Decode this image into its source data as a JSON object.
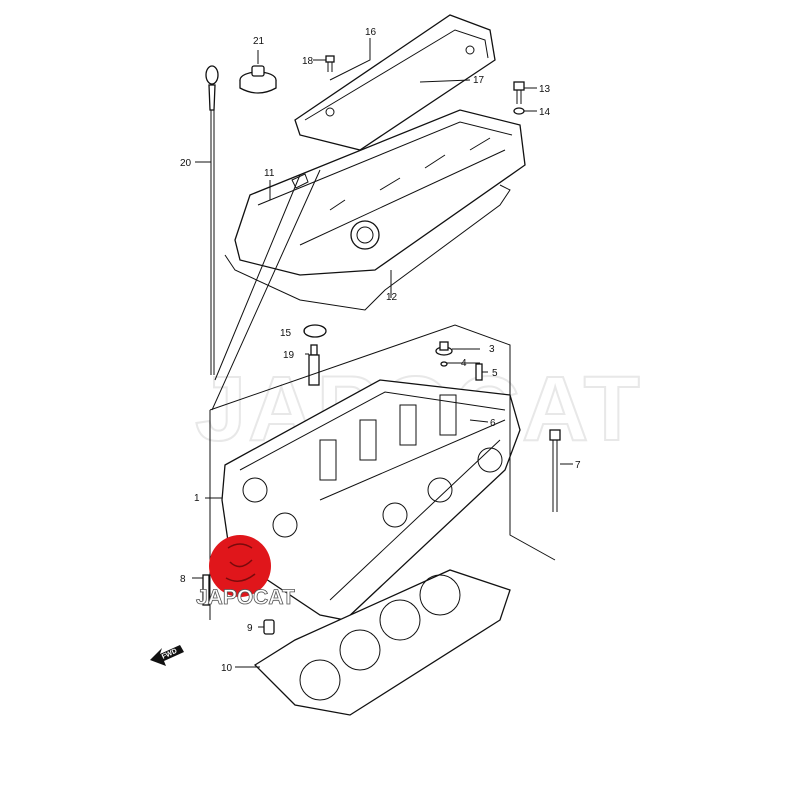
{
  "diagram": {
    "watermark": "JAPOCAT",
    "logo_text": "JAPOCAT",
    "fwd_label": "FWD",
    "logo_color": "#e0161b",
    "callouts": [
      {
        "id": "1",
        "label": "1"
      },
      {
        "id": "2",
        "label": "3"
      },
      {
        "id": "3",
        "label": "4"
      },
      {
        "id": "4",
        "label": "5"
      },
      {
        "id": "5",
        "label": "6"
      },
      {
        "id": "6",
        "label": "7"
      },
      {
        "id": "7",
        "label": "8"
      },
      {
        "id": "8",
        "label": "9"
      },
      {
        "id": "9",
        "label": "10"
      },
      {
        "id": "10",
        "label": "11"
      },
      {
        "id": "11",
        "label": "12"
      },
      {
        "id": "12",
        "label": "13"
      },
      {
        "id": "13",
        "label": "14"
      },
      {
        "id": "14",
        "label": "15"
      },
      {
        "id": "15",
        "label": "16"
      },
      {
        "id": "16",
        "label": "17"
      },
      {
        "id": "17",
        "label": "18"
      },
      {
        "id": "18",
        "label": "19"
      },
      {
        "id": "19",
        "label": "20"
      },
      {
        "id": "20",
        "label": "21"
      }
    ]
  }
}
